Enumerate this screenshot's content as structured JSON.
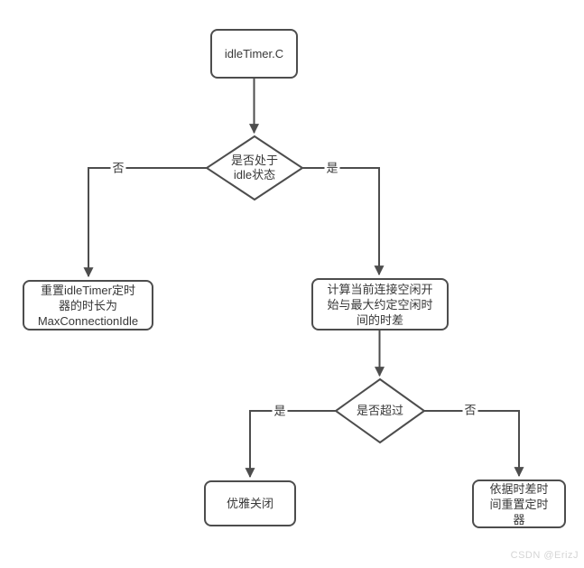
{
  "colors": {
    "stroke": "#4d4d4d",
    "node_fill": "#ffffff",
    "text": "#383838",
    "watermark": "#d5d5d5"
  },
  "flowchart": {
    "nodes": {
      "start": {
        "label": "idleTimer.C"
      },
      "decision_idle": {
        "line1": "是否处于",
        "line2": "idle状态"
      },
      "reset_timer": {
        "line1": "重置idleTimer定时",
        "line2": "器的时长为",
        "line3": "MaxConnectionIdle"
      },
      "calc_diff": {
        "line1": "计算当前连接空闲开",
        "line2": "始与最大约定空闲时",
        "line3": "间的时差"
      },
      "decision_exceed": {
        "label": "是否超过"
      },
      "graceful_close": {
        "label": "优雅关闭"
      },
      "reset_by_diff": {
        "line1": "依据时差时",
        "line2": "间重置定时",
        "line3": "器"
      }
    },
    "edge_labels": {
      "idle_no": "否",
      "idle_yes": "是",
      "exceed_yes": "是",
      "exceed_no": "否"
    }
  },
  "watermark": "CSDN @ErizJ"
}
